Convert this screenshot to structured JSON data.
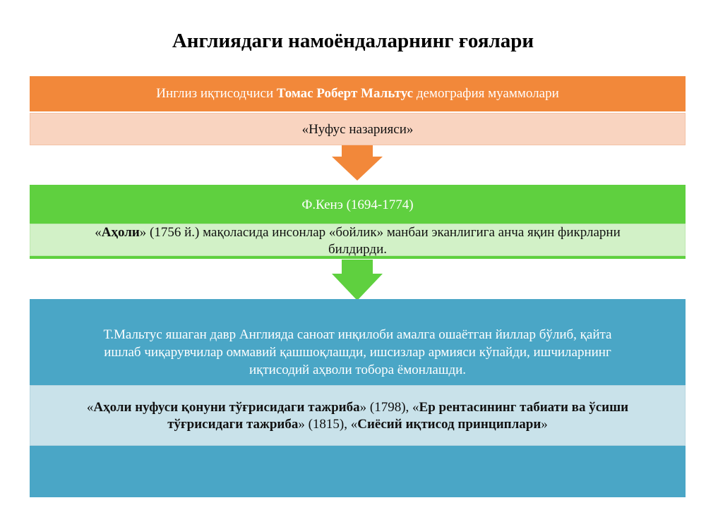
{
  "title": "Англиядаги намоёндаларнинг ғоялари",
  "block1": {
    "header_pre": "Инглиз иқтисодчиси ",
    "header_bold": "Томас Роберт Мальтус",
    "header_post": " демография муаммолари",
    "sub": "«Нуфус назарияси»"
  },
  "block2": {
    "header": "Ф.Кенэ (1694-1774)",
    "sub_q1": "«",
    "sub_bold": "Аҳоли",
    "sub_rest_line1": "» (1756 й.) мақоласида инсонлар «бойлик» манбаи эканлигига анча яқин фикрларни",
    "sub_line2": "билдирди."
  },
  "block3": {
    "text_line1": "Т.Мальтус яшаган давр Англияда саноат инқилоби амалга ошаётган йиллар бўлиб, қайта",
    "text_line2": "ишлаб чиқарувчилар оммавий қашшоқлашди, ишсизлар армияси кўпайди, ишчиларнинг",
    "text_line3": "иқтисодий аҳволи тобора ёмонлашди.",
    "works_q1": "«",
    "work1": "Аҳоли нуфуси қонуни тўғрисидаги тажриба",
    "work1_year": "» (1798), «",
    "work2_a": "Ер рентасининг табиати ва ўсиши",
    "work2_b": "тўғрисидаги тажриба",
    "work2_year": "» (1815), «",
    "work3": "Сиёсий иқтисод принциплари",
    "works_q_end": "»"
  },
  "colors": {
    "orange": "#f2883a",
    "orange_light": "#f9d4c0",
    "green": "#5fd03f",
    "green_light": "#d2f1c7",
    "blue": "#4aa6c6",
    "blue_light": "#c9e2ea"
  },
  "icons": [
    "arrow-down-icon"
  ]
}
